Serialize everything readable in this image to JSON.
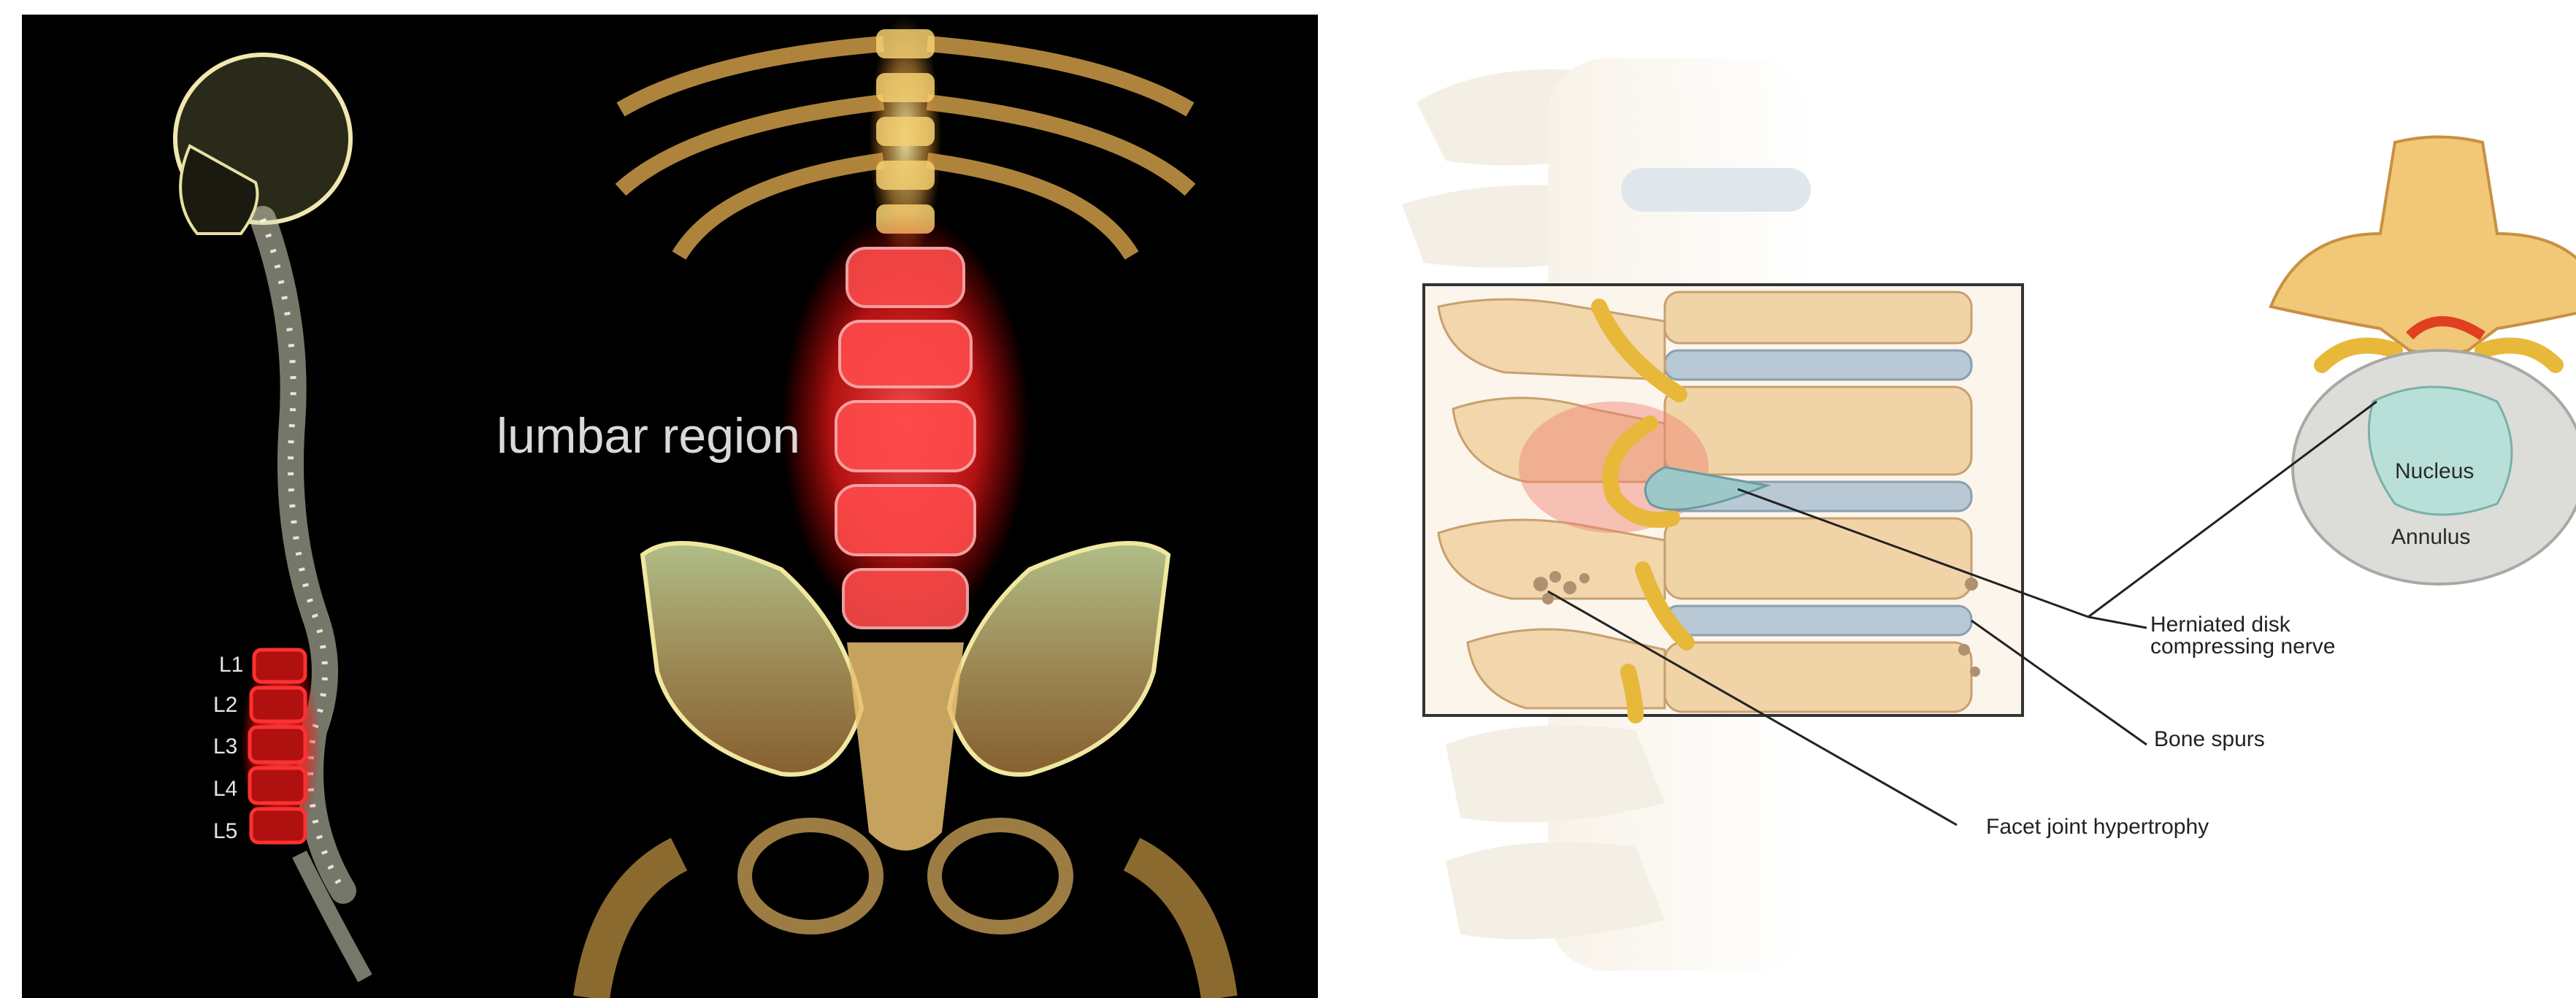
{
  "left_image": {
    "region_label": "lumbar region",
    "vertebra_labels": [
      "L1",
      "L2",
      "L3",
      "L4",
      "L5"
    ],
    "colors": {
      "background": "#000000",
      "bone_glow": "#f0c060",
      "highlight": "#ff2020"
    }
  },
  "right_image": {
    "disk_labels": {
      "nucleus": "Nucleus",
      "annulus": "Annulus"
    },
    "callouts": [
      {
        "line1": "Herniated disk",
        "line2": "compressing nerve"
      },
      {
        "line1": "Bone spurs",
        "line2": ""
      },
      {
        "line1": "Facet joint hypertrophy",
        "line2": ""
      }
    ],
    "colors": {
      "bone": "#f0d2a8",
      "disk": "#b8c8d4",
      "nerve": "#e8b83a",
      "inflammation": "#f08070"
    }
  }
}
